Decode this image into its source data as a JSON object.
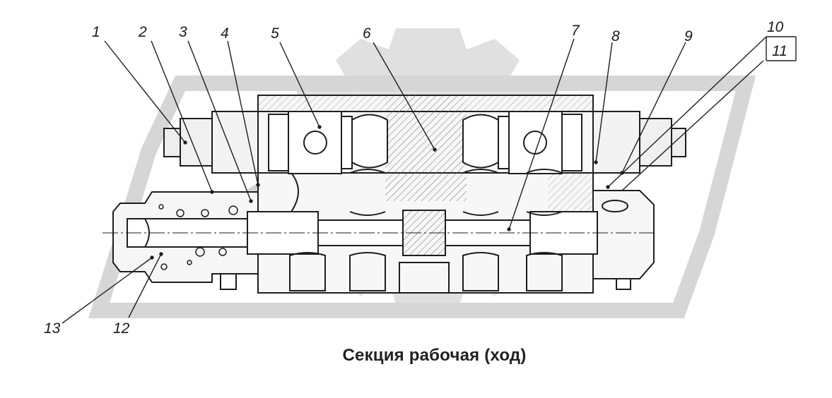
{
  "caption": "Секция рабочая (ход)",
  "callouts": [
    {
      "id": "1",
      "text": "1"
    },
    {
      "id": "2",
      "text": "2"
    },
    {
      "id": "3",
      "text": "3"
    },
    {
      "id": "4",
      "text": "4"
    },
    {
      "id": "5",
      "text": "5"
    },
    {
      "id": "6",
      "text": "6"
    },
    {
      "id": "7",
      "text": "7"
    },
    {
      "id": "8",
      "text": "8"
    },
    {
      "id": "9",
      "text": "9"
    },
    {
      "id": "10",
      "text": "10"
    },
    {
      "id": "11",
      "text": "11"
    },
    {
      "id": "12",
      "text": "12"
    },
    {
      "id": "13",
      "text": "13"
    }
  ],
  "colors": {
    "line": "#1e1e1e",
    "body_fill": "#f4f4f4",
    "hatch": "#555555",
    "watermark": "#d9d9d9"
  }
}
